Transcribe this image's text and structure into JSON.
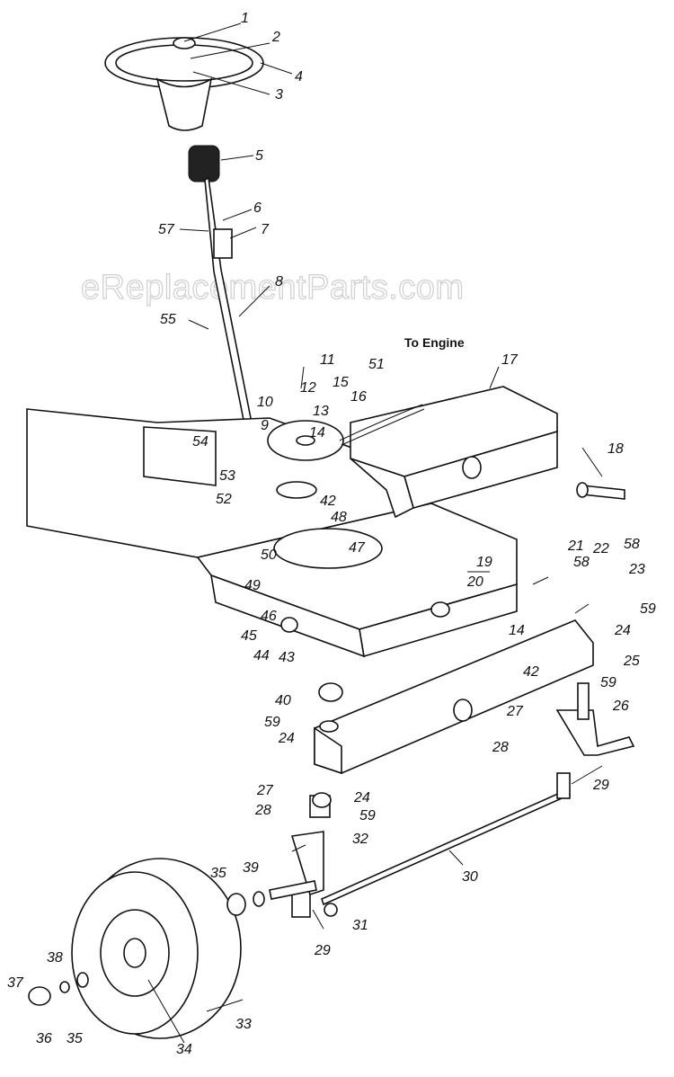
{
  "watermark": "eReplacementParts.com",
  "annotation": "To Engine",
  "callouts": [
    "1",
    "2",
    "3",
    "4",
    "5",
    "6",
    "7",
    "57",
    "8",
    "55",
    "11",
    "12",
    "15",
    "51",
    "16",
    "17",
    "10",
    "13",
    "14",
    "9",
    "54",
    "53",
    "52",
    "42",
    "48",
    "50",
    "47",
    "49",
    "18",
    "19",
    "20",
    "21",
    "58",
    "22",
    "58",
    "23",
    "59",
    "24",
    "14",
    "42",
    "25",
    "46",
    "45",
    "44",
    "43",
    "40",
    "59",
    "24",
    "27",
    "59",
    "28",
    "26",
    "29",
    "27",
    "28",
    "24",
    "59",
    "32",
    "30",
    "35",
    "39",
    "31",
    "29",
    "38",
    "37",
    "36",
    "35",
    "34",
    "33"
  ]
}
